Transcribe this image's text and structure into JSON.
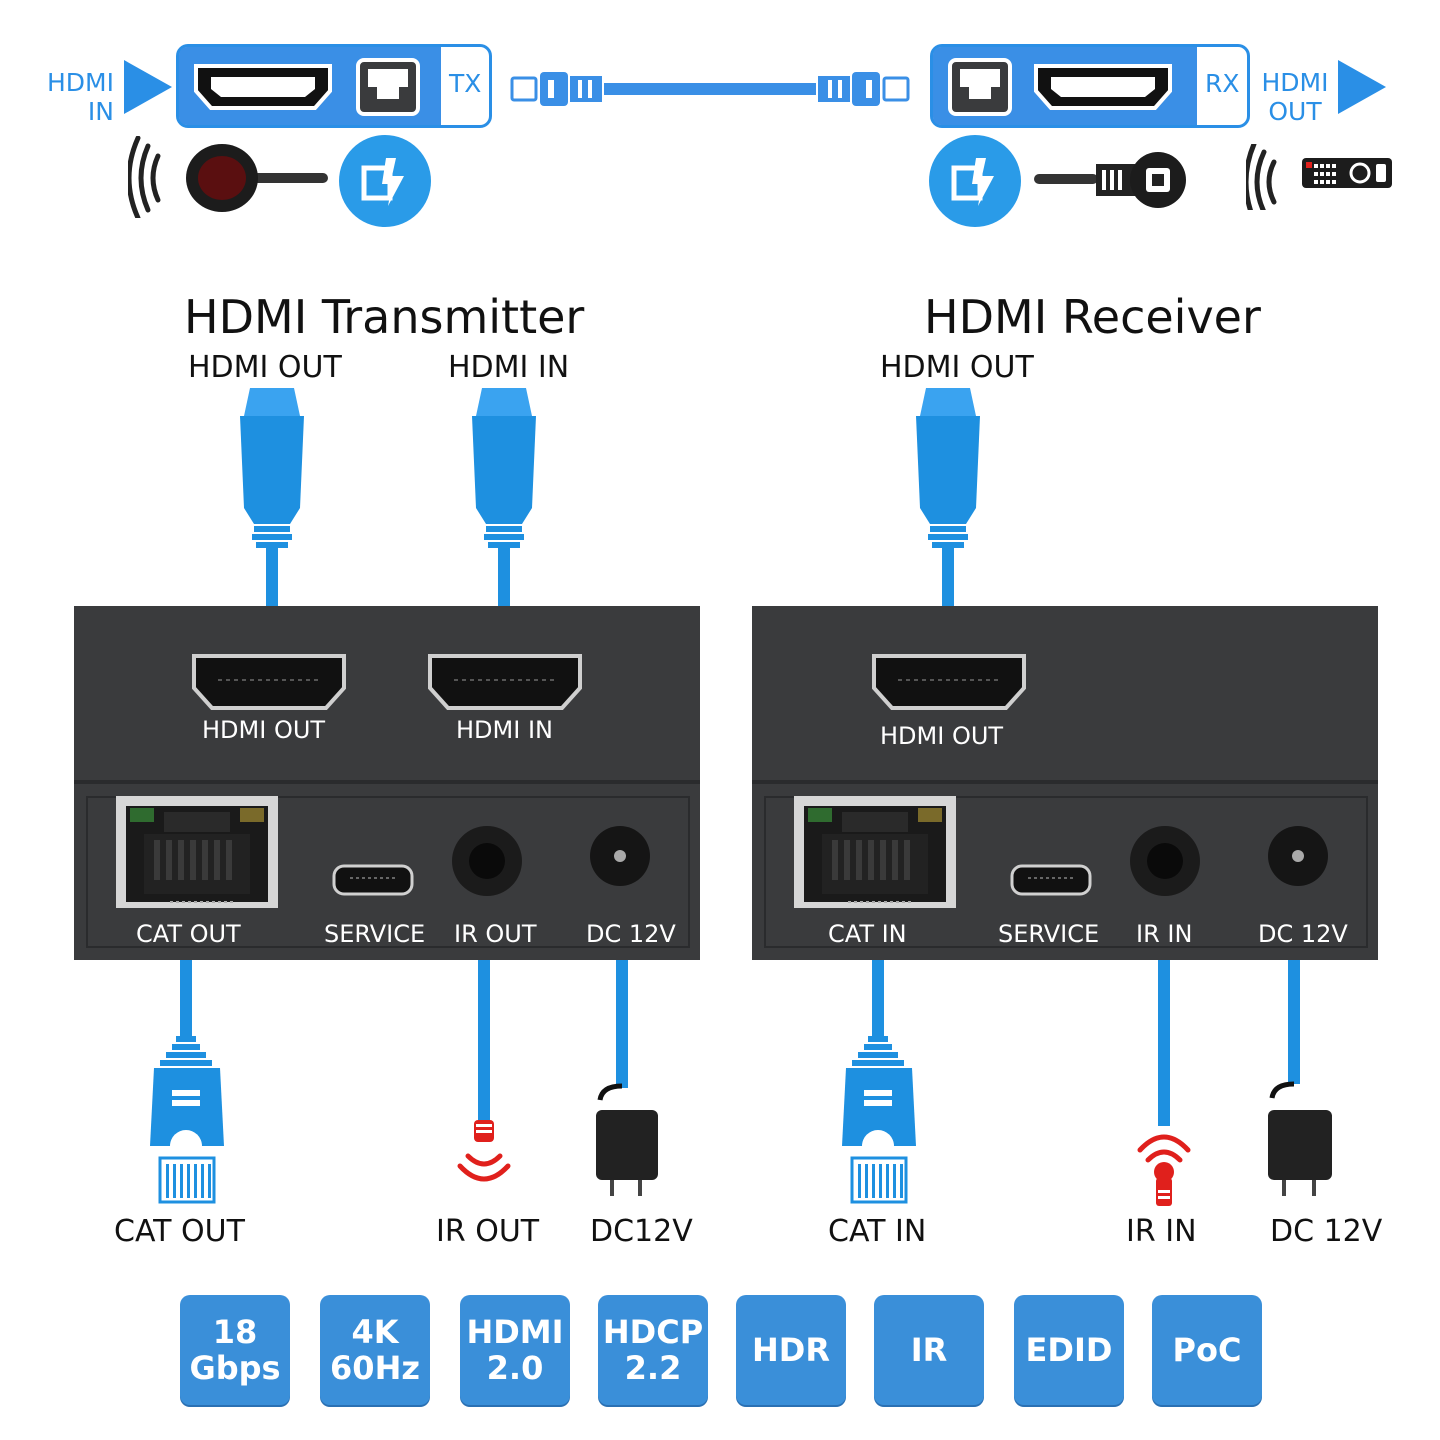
{
  "top": {
    "hdmi_in": [
      "HDMI",
      "IN"
    ],
    "hdmi_out": [
      "HDMI",
      "OUT"
    ],
    "tx": "TX",
    "rx": "RX"
  },
  "transmitter": {
    "title": "HDMI Transmitter",
    "cable_hdmi_out": "HDMI OUT",
    "cable_hdmi_in": "HDMI IN",
    "port_hdmi_out": "HDMI OUT",
    "port_hdmi_in": "HDMI IN",
    "port_cat": "CAT OUT",
    "port_service": "SERVICE",
    "port_ir": "IR OUT",
    "port_dc": "DC 12V",
    "bottom_cat": "CAT OUT",
    "bottom_ir": "IR OUT",
    "bottom_dc": "DC12V"
  },
  "receiver": {
    "title": "HDMI Receiver",
    "cable_hdmi_out": "HDMI OUT",
    "port_hdmi_out": "HDMI OUT",
    "port_cat": "CAT IN",
    "port_service": "SERVICE",
    "port_ir": "IR IN",
    "port_dc": "DC 12V",
    "bottom_cat": "CAT IN",
    "bottom_ir": "IR IN",
    "bottom_dc": "DC 12V"
  },
  "badges": [
    [
      "18",
      "Gbps"
    ],
    [
      "4K",
      "60Hz"
    ],
    [
      "HDMI",
      "2.0"
    ],
    [
      "HDCP",
      "2.2"
    ],
    [
      "HDR"
    ],
    [
      "IR"
    ],
    [
      "EDID"
    ],
    [
      "PoC"
    ]
  ],
  "colors": {
    "accent": "#2a8fe6",
    "device": "#3a3b3d",
    "ir_red": "#e0201c",
    "cable": "#1e90e0"
  },
  "icons": [
    "ir-receiver-icon",
    "ir-emitter-icon",
    "remote-control-icon",
    "power-adapter-icon",
    "rj45-plug-icon",
    "hdmi-plug-icon",
    "poc-icon"
  ]
}
